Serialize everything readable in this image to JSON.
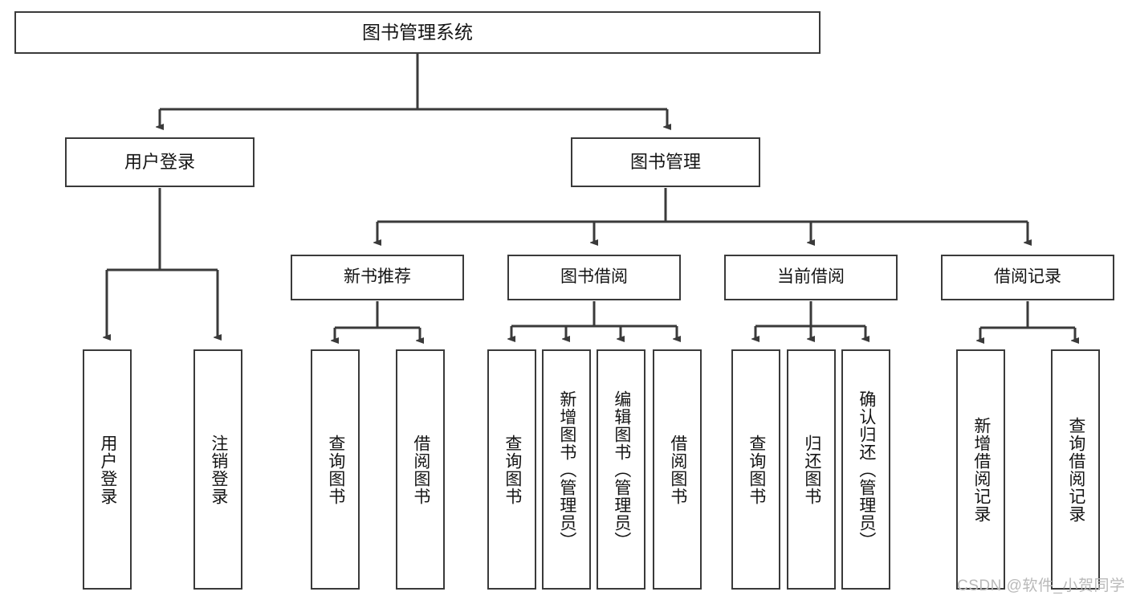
{
  "diagram": {
    "title": "图书管理系统",
    "type": "hierarchy-tree",
    "orientation": "top-down",
    "colors": {
      "box_border": "#3a3a3a",
      "box_fill": "#ffffff",
      "edge": "#3a3a3a",
      "text": "#141414",
      "watermark": "#b9b9b9",
      "background": "#ffffff"
    },
    "nodes": {
      "root": {
        "label": "图书管理系统"
      },
      "level2": [
        {
          "id": "user-login",
          "label": "用户登录"
        },
        {
          "id": "book-management",
          "label": "图书管理"
        }
      ],
      "level3": [
        {
          "id": "new-book-recommend",
          "label": "新书推荐"
        },
        {
          "id": "book-borrow",
          "label": "图书借阅"
        },
        {
          "id": "current-borrow",
          "label": "当前借阅"
        },
        {
          "id": "borrow-record",
          "label": "借阅记录"
        }
      ],
      "leaves": {
        "user-login": [
          {
            "id": "leaf-user-login",
            "label": "用户登录"
          },
          {
            "id": "leaf-logout",
            "label": "注销登录"
          }
        ],
        "new-book-recommend": [
          {
            "id": "leaf-query-book-1",
            "label": "查询图书"
          },
          {
            "id": "leaf-borrow-book-1",
            "label": "借阅图书"
          }
        ],
        "book-borrow": [
          {
            "id": "leaf-query-book-2",
            "label": "查询图书"
          },
          {
            "id": "leaf-add-book",
            "label": "新增图书（管理员）"
          },
          {
            "id": "leaf-edit-book",
            "label": "编辑图书（管理员）"
          },
          {
            "id": "leaf-borrow-book-2",
            "label": "借阅图书"
          }
        ],
        "current-borrow": [
          {
            "id": "leaf-query-book-3",
            "label": "查询图书"
          },
          {
            "id": "leaf-return-book",
            "label": "归还图书"
          },
          {
            "id": "leaf-confirm-return",
            "label": "确认归还（管理员）"
          }
        ],
        "borrow-record": [
          {
            "id": "leaf-add-record",
            "label": "新增借阅记录"
          },
          {
            "id": "leaf-query-record",
            "label": "查询借阅记录"
          }
        ]
      }
    },
    "watermark": "CSDN @软件_小贺同学"
  }
}
